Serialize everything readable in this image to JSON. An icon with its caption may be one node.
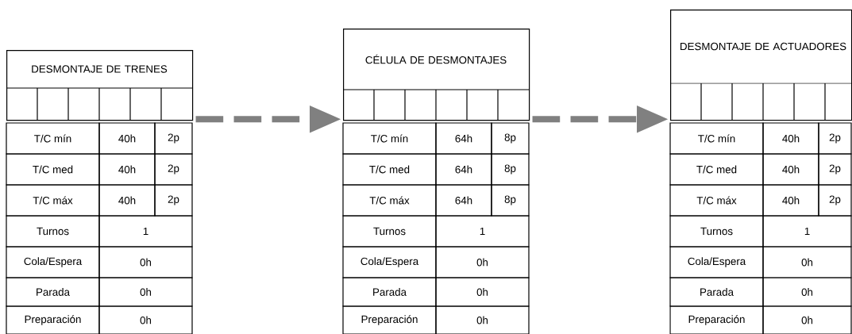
{
  "diagram": {
    "nodes": [
      {
        "text": [
          "DESMONTAJE DE TRENES"
        ]
      },
      {
        "text": [
          "CÉLULA DE DESMONTAJES"
        ]
      },
      {
        "text": [
          "DESMONTAJE DE ACTUADORES"
        ]
      }
    ],
    "edges": [
      {
        "from": 0,
        "to": 1,
        "arrow": "to",
        "style": "dashed",
        "color": "#808080"
      },
      {
        "from": 1,
        "to": 2,
        "arrow": "to",
        "style": "dashed",
        "color": "#808080"
      }
    ],
    "labels": [
      "T/C mín",
      "40h",
      "2p",
      "T/C med",
      "40h",
      "2p",
      "T/C máx",
      "40h",
      "2p",
      "Turnos",
      "1",
      "Cola/Espera",
      "0h",
      "Parada",
      "0h",
      "Preparación",
      "0h",
      "T/C mín",
      "64h",
      "8p",
      "T/C med",
      "64h",
      "8p",
      "T/C máx",
      "64h",
      "8p",
      "Turnos",
      "1",
      "Cola/Espera",
      "0h",
      "Parada",
      "0h",
      "Preparación",
      "0h",
      "T/C mín",
      "40h",
      "2p",
      "T/C med",
      "40h",
      "2p",
      "T/C máx",
      "40h",
      "2p",
      "Turnos",
      "1",
      "Cola/Espera",
      "0h",
      "Parada",
      "0h",
      "Preparación",
      "0h"
    ]
  }
}
